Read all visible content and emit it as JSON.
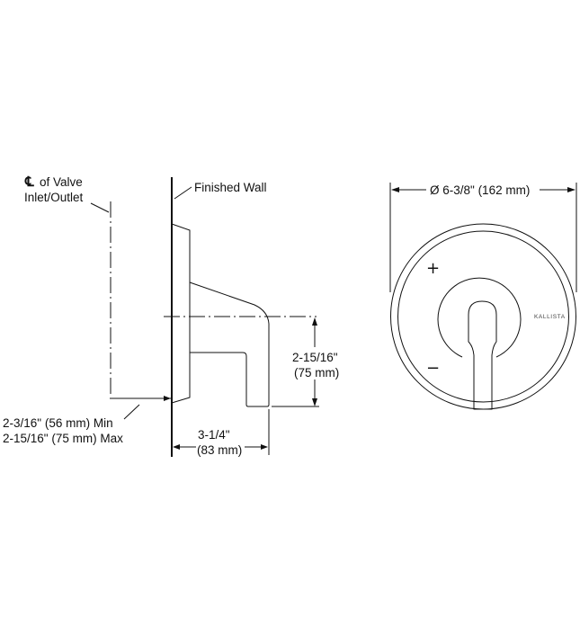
{
  "side_view": {
    "centerline_symbol": "℄",
    "centerline_label_line1": "of Valve",
    "centerline_label_line2": "Inlet/Outlet",
    "wall_label": "Finished Wall",
    "depth_label_line1": "2-3/16\" (56 mm) Min",
    "depth_label_line2": "2-15/16\" (75 mm) Max",
    "projection_label_line1": "3-1/4\"",
    "projection_label_line2": "(83 mm)",
    "handle_drop_label_line1": "2-15/16\"",
    "handle_drop_label_line2": "(75 mm)"
  },
  "front_view": {
    "diameter_label": "Ø 6-3/8\" (162 mm)",
    "plus_symbol": "+",
    "minus_symbol": "−",
    "brand_label": "KALLISTA"
  }
}
